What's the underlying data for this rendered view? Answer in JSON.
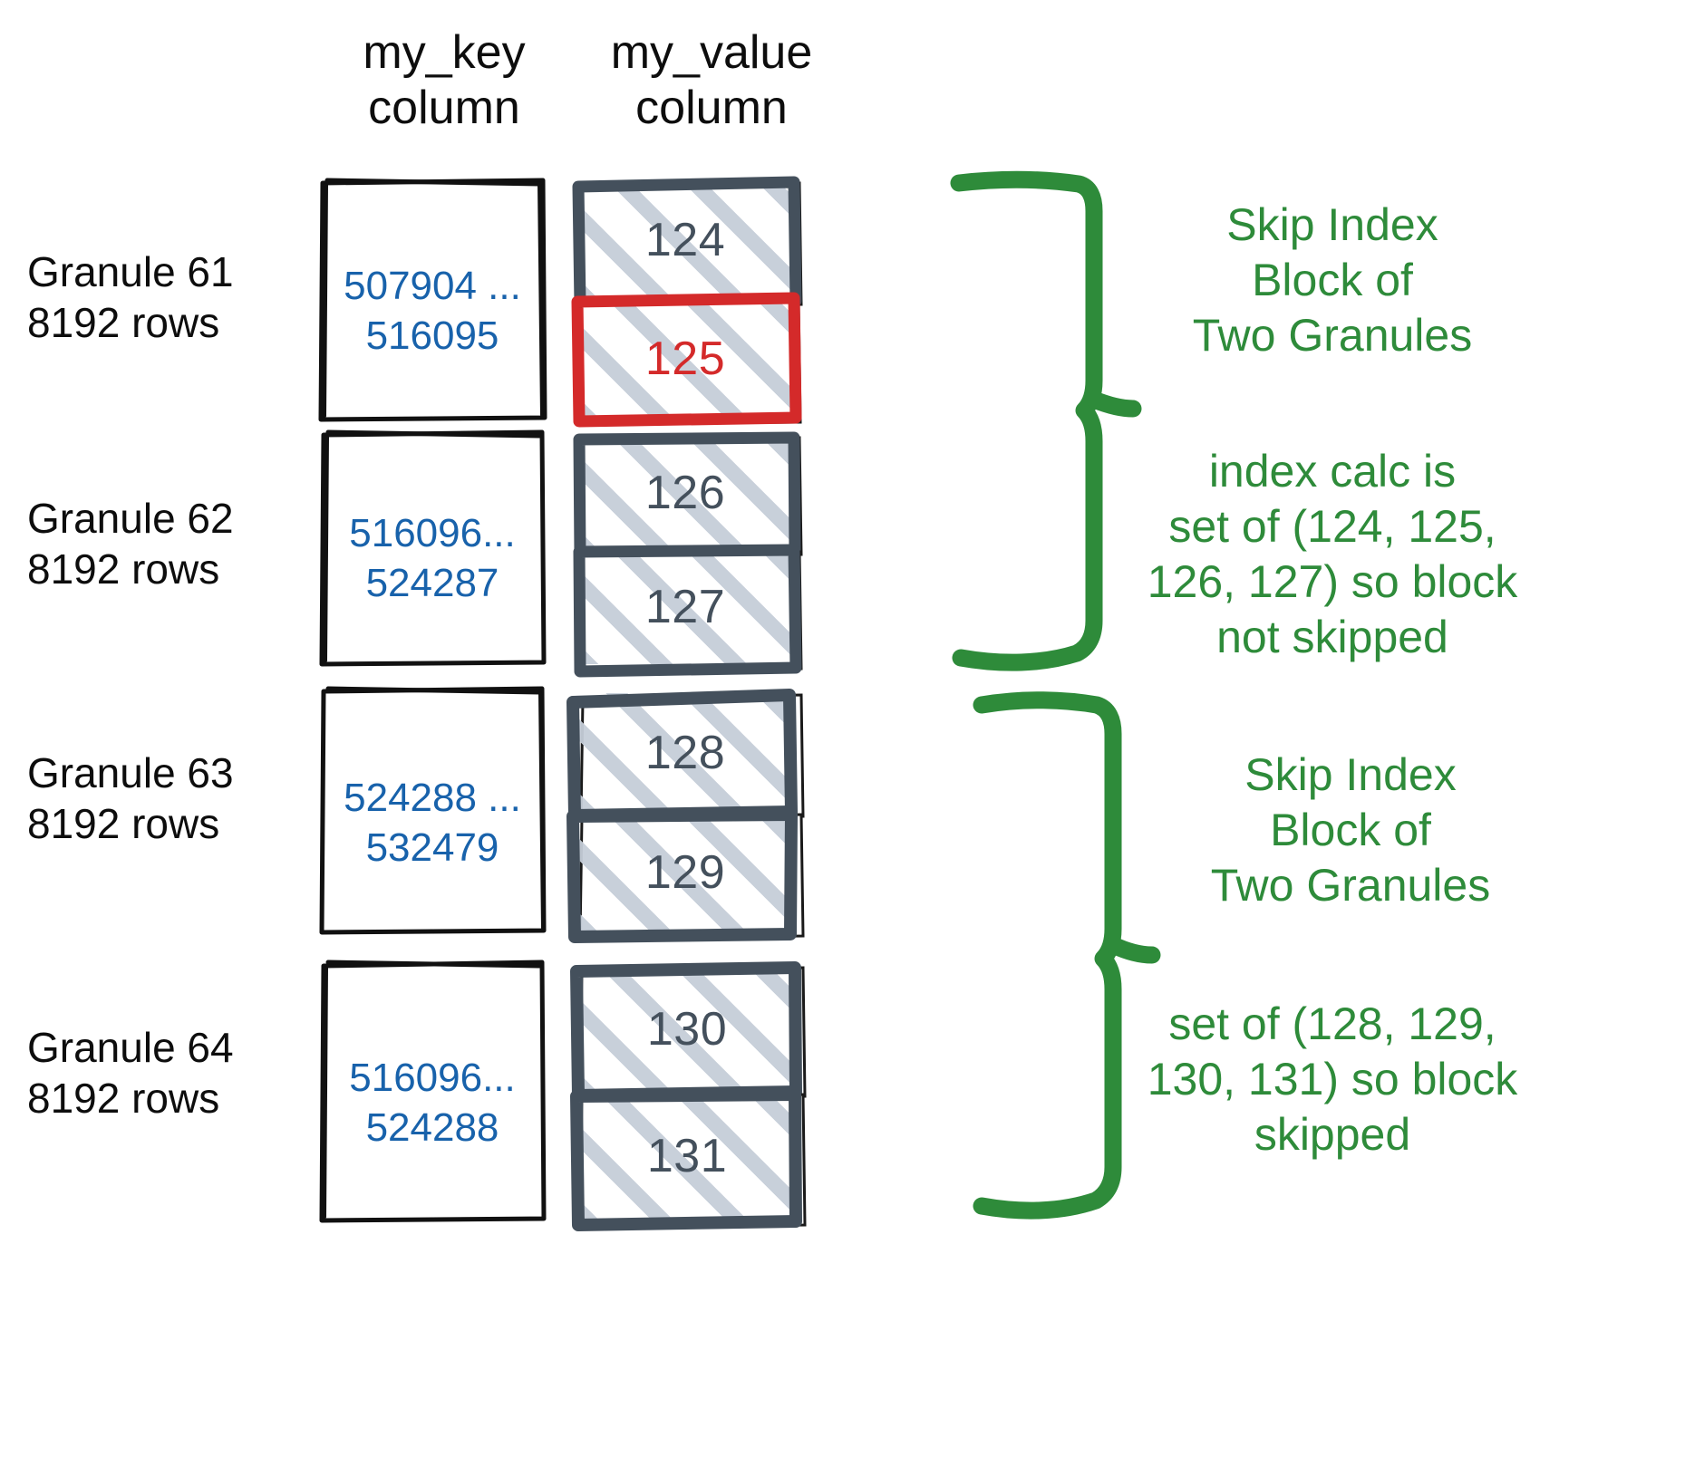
{
  "headers": {
    "key_column": "my_key\ncolumn",
    "value_column": "my_value\ncolumn"
  },
  "colors": {
    "key_value_text": "#1862ab",
    "value_frame": "#44505c",
    "hatch": "#c5ccd6",
    "highlight_red": "#d42a2a",
    "annotation_green": "#2e8b3a",
    "text_black": "#0d0d0d"
  },
  "granules": [
    {
      "label": "Granule 61\n8192 rows",
      "key_range": "507904 ...\n516095",
      "values": [
        "124",
        "125"
      ],
      "highlighted_value": "125"
    },
    {
      "label": "Granule 62\n8192 rows",
      "key_range": "516096...\n524287",
      "values": [
        "126",
        "127"
      ],
      "highlighted_value": null
    },
    {
      "label": "Granule 63\n8192 rows",
      "key_range": "524288 ...\n532479",
      "values": [
        "128",
        "129"
      ],
      "highlighted_value": null
    },
    {
      "label": "Granule 64\n8192 rows",
      "key_range": "516096...\n524288",
      "values": [
        "130",
        "131"
      ],
      "highlighted_value": null
    }
  ],
  "annotations": [
    {
      "title": "Skip Index\nBlock of\nTwo Granules",
      "detail": "index calc is\nset of (124, 125,\n126, 127) so block\nnot skipped"
    },
    {
      "title": "Skip Index\nBlock of\nTwo Granules",
      "detail": "set of (128, 129,\n130, 131) so block\nskipped"
    }
  ]
}
